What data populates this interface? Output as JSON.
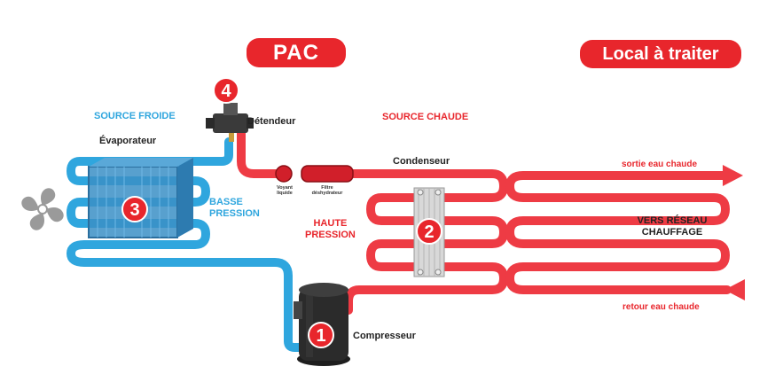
{
  "header": {
    "pac": "PAC",
    "local": "Local à traiter"
  },
  "labels": {
    "source_froide": "SOURCE FROIDE",
    "evaporateur": "Évaporateur",
    "detendeur": "Détendeur",
    "source_chaude": "SOURCE CHAUDE",
    "condenseur": "Condenseur",
    "basse_pression_1": "BASSE",
    "basse_pression_2": "PRESSION",
    "haute_pression_1": "HAUTE",
    "haute_pression_2": "PRESSION",
    "voyant_1": "Voyant",
    "voyant_2": "liquide",
    "filtre_1": "Filtre",
    "filtre_2": "déshydrateur",
    "sortie": "sortie eau chaude",
    "retour": "retour eau chaude",
    "vers_reseau_1": "VERS RÉSEAU",
    "vers_reseau_2": "CHAUFFAGE",
    "compresseur": "Compresseur"
  },
  "markers": {
    "compresseur": "1",
    "condenseur": "2",
    "evaporateur": "3",
    "detendeur": "4"
  },
  "colors": {
    "accent_red": "#e8262c",
    "pipe_blue": "#2fa6de",
    "pipe_red": "#ee3b44",
    "fan_grey": "#9a9a9a"
  },
  "icons": {
    "fan": "fan-icon",
    "expansion_valve": "expansion-valve-icon",
    "compressor": "compressor-icon",
    "sight_glass": "sight-glass-icon",
    "filter_drier": "filter-drier-icon",
    "condenser": "plate-heat-exchanger-icon"
  }
}
